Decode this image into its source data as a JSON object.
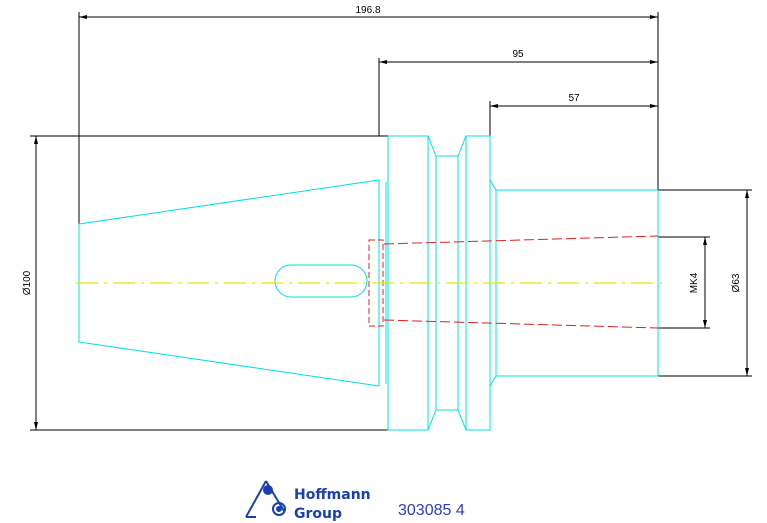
{
  "dimensions": {
    "overall_length": "196.8",
    "length_95": "95",
    "length_57": "57",
    "diameter_flange": "Ø100",
    "diameter_shank": "Ø63",
    "morse_taper": "MK4"
  },
  "logo": {
    "line1": "Hoffmann",
    "line2": "Group"
  },
  "part_number": "303085 4",
  "colors": {
    "outline": "#00e0e0",
    "dimension": "#000000",
    "centerline": "#e8e800",
    "hidden": "#e02020",
    "brand": "#1a3fb0"
  }
}
